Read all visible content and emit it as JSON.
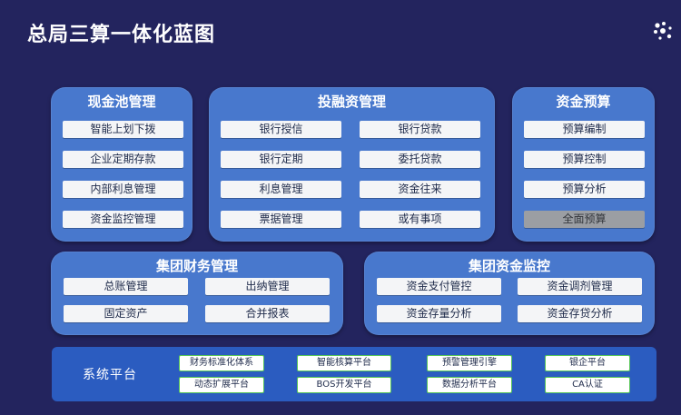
{
  "title": "总局三算一体化蓝图",
  "cash_pool": {
    "title": "现金池管理",
    "items": [
      "智能上划下拨",
      "企业定期存款",
      "内部利息管理",
      "资金监控管理"
    ]
  },
  "investment": {
    "title": "投融资管理",
    "items": [
      "银行授信",
      "银行贷款",
      "银行定期",
      "委托贷款",
      "利息管理",
      "资金往来",
      "票据管理",
      "或有事项"
    ]
  },
  "budget": {
    "title": "资金预算",
    "items": [
      "预算编制",
      "预算控制",
      "预算分析",
      "全面预算"
    ]
  },
  "group_finance": {
    "title": "集团财务管理",
    "items": [
      "总账管理",
      "出纳管理",
      "固定资产",
      "合并报表"
    ]
  },
  "group_monitor": {
    "title": "集团资金监控",
    "items": [
      "资金支付管控",
      "资金调剂管理",
      "资金存量分析",
      "资金存贷分析"
    ]
  },
  "platform": {
    "label": "系统平台",
    "items": [
      "财务标准化体系",
      "智能核算平台",
      "预警管理引擎",
      "银企平台",
      "动态扩展平台",
      "BOS开发平台",
      "数据分析平台",
      "CA认证"
    ]
  }
}
